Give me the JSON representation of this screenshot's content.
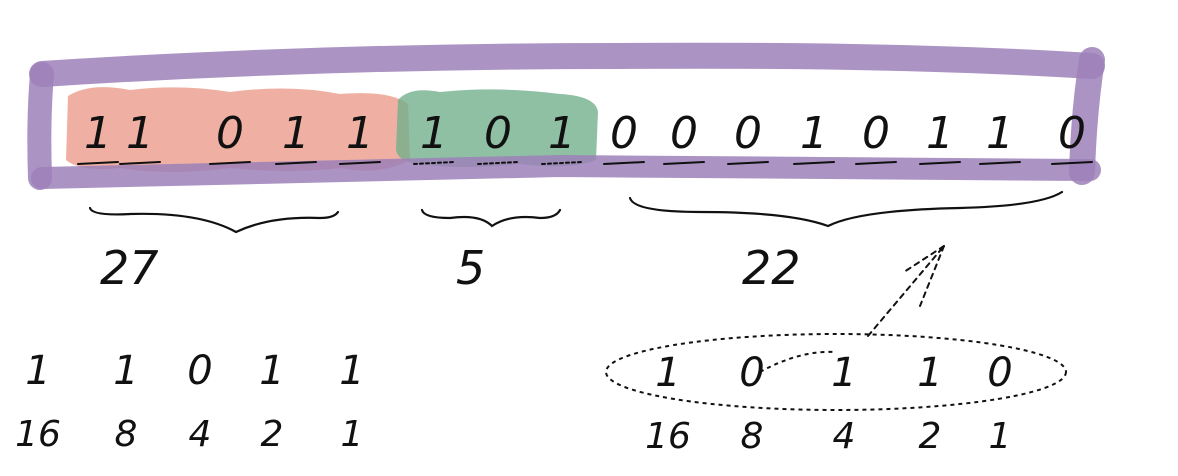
{
  "colors": {
    "frame": "#9c80b9",
    "group1_highlight": "#e9917f",
    "group2_highlight": "#6fae8a",
    "ink": "#111111"
  },
  "bits": [
    "1",
    "1",
    "0",
    "1",
    "1",
    "1",
    "0",
    "1",
    "0",
    "0",
    "0",
    "1",
    "0",
    "1",
    "1",
    "0"
  ],
  "groups": [
    {
      "value": "27",
      "highlight": "salmon"
    },
    {
      "value": "5",
      "highlight": "green"
    },
    {
      "value": "22",
      "highlight": "none"
    }
  ],
  "left_breakdown": {
    "bits": [
      "1",
      "1",
      "0",
      "1",
      "1"
    ],
    "weights": [
      "16",
      "8",
      "4",
      "2",
      "1"
    ]
  },
  "right_breakdown": {
    "bits": [
      "1",
      "0",
      "1",
      "1",
      "0"
    ],
    "weights": [
      "16",
      "8",
      "4",
      "2",
      "1"
    ]
  }
}
